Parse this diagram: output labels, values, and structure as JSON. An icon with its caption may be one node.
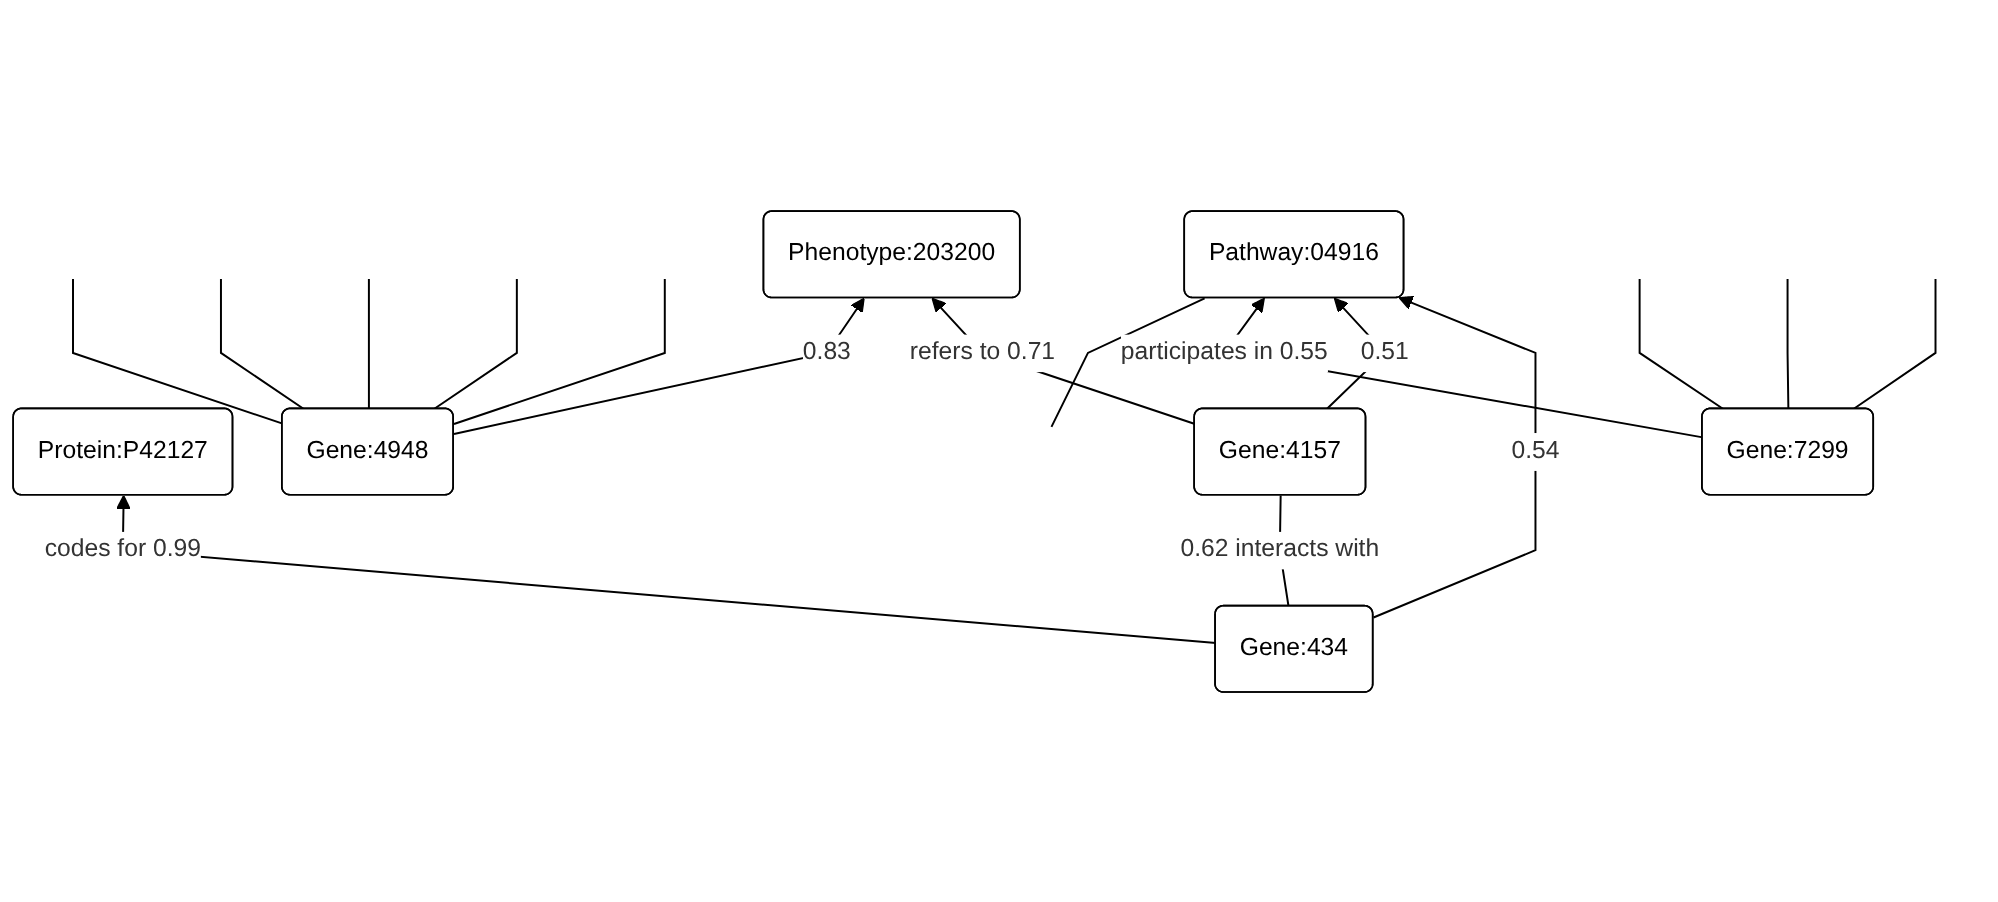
{
  "diagram": {
    "nodes": [
      {
        "text": [
          "Gene:434"
        ]
      },
      {
        "text": [
          "Protein:P42127"
        ]
      },
      {
        "text": [
          "Pathway:04916"
        ]
      },
      {
        "text": [
          "Gene:4157"
        ]
      },
      {
        "text": [
          "Gene:4948"
        ]
      },
      {
        "text": [
          "Gene:7299"
        ]
      },
      {
        "text": [
          "Phenotype:203200"
        ]
      }
    ],
    "edges": [
      {
        "from": 0,
        "to": 1,
        "arrow": "to",
        "label": "codes for 0.99"
      },
      {
        "from": 0,
        "to": 2,
        "arrow": "to",
        "label": "0.54"
      },
      {
        "from": 0,
        "to": 3,
        "arrow": "none",
        "label": "0.62 interacts with"
      },
      {
        "from": 3,
        "to": 2,
        "arrow": "to",
        "label": "0.51"
      },
      {
        "from": 3,
        "to": 6,
        "arrow": "to",
        "label": "refers to 0.71"
      },
      {
        "from": 4,
        "to": 6,
        "arrow": "to",
        "label": "0.83"
      },
      {
        "from": 5,
        "to": 2,
        "arrow": "to",
        "label": "participates in 0.55"
      },
      {
        "from": null,
        "to": 2,
        "arrow": "none"
      },
      {
        "from": 5,
        "to": null,
        "arrow": "none"
      },
      {
        "from": 5,
        "to": null,
        "arrow": "none"
      },
      {
        "from": 5,
        "to": null,
        "arrow": "none"
      },
      {
        "from": 4,
        "to": null,
        "arrow": "none"
      },
      {
        "from": 4,
        "to": null,
        "arrow": "none"
      },
      {
        "from": 4,
        "to": null,
        "arrow": "none"
      },
      {
        "from": 4,
        "to": null,
        "arrow": "none"
      },
      {
        "from": 4,
        "to": null,
        "arrow": "none"
      }
    ]
  }
}
